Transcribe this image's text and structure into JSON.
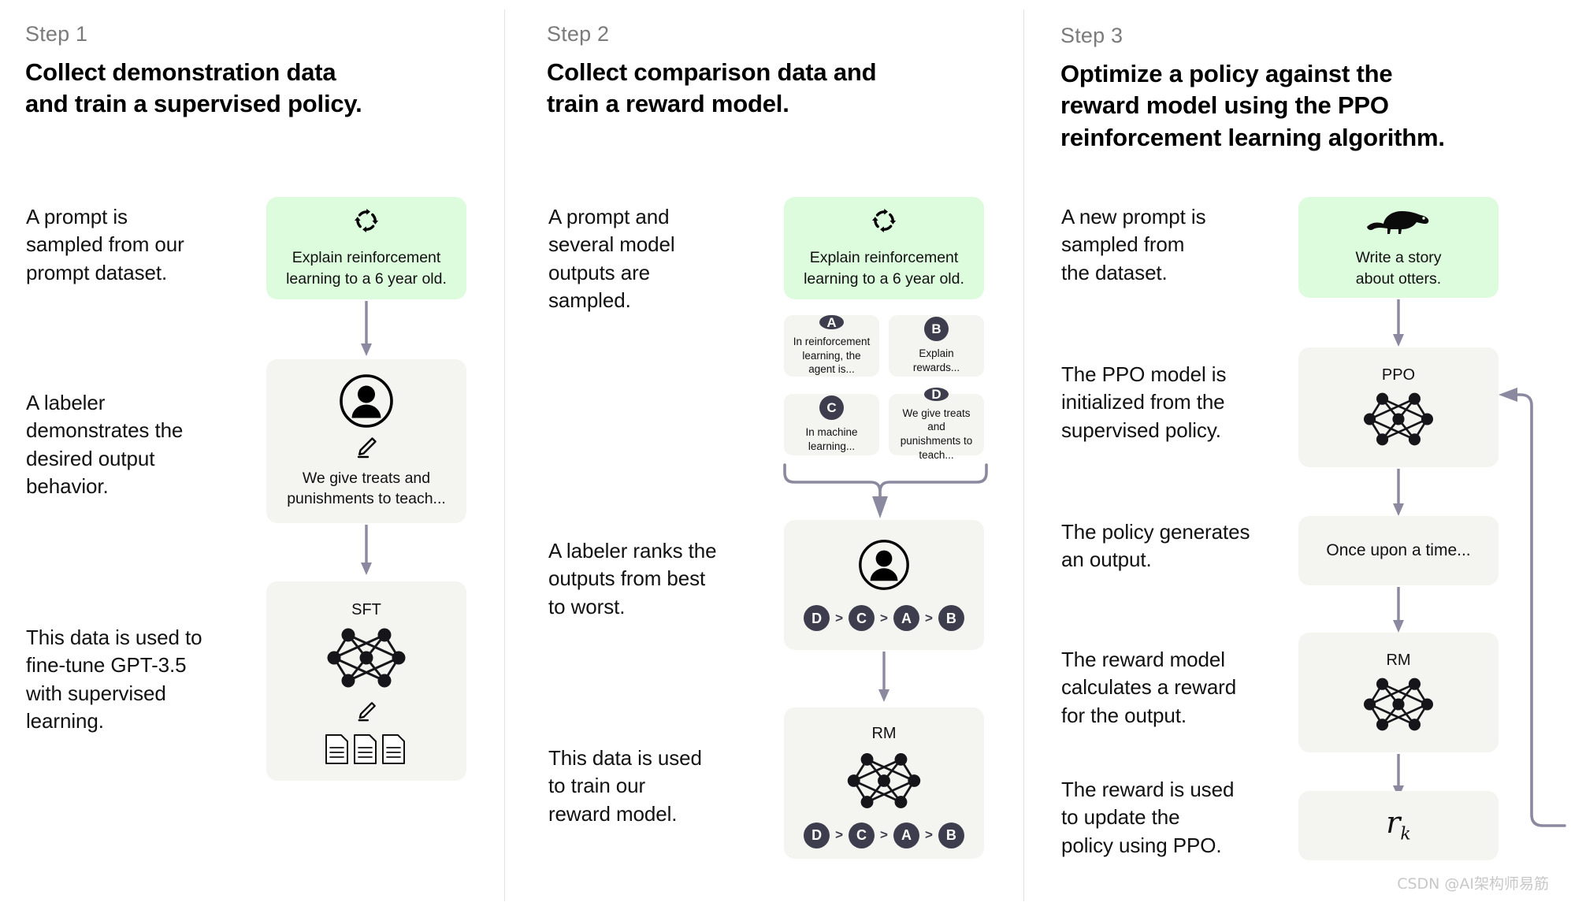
{
  "diagram": {
    "title": "InstructGPT / RLHF three-step training diagram",
    "colors": {
      "prompt_box_green": "#ddfbdd",
      "model_box_gray": "#f4f4f0",
      "arrow_purple": "#8b89a0",
      "badge_dark": "#3d3d4e",
      "divider": "#e3e3e3",
      "step_label_gray": "#7b7b7b"
    }
  },
  "step1": {
    "label": "Step 1",
    "title": "Collect demonstration data\nand train a supervised policy.",
    "text1": "A prompt is\nsampled from our\nprompt dataset.",
    "text2": "A labeler\ndemonstrates the\ndesired output\nbehavior.",
    "text3": "This data is used to\nfine-tune GPT-3.5\nwith supervised\nlearning.",
    "prompt_box": {
      "icon": "cycle-arrows-icon",
      "caption": "Explain reinforcement\nlearning to a 6 year old."
    },
    "labeler_box": {
      "icon": "person-in-circle-icon",
      "sub_icon": "pencil-icon",
      "caption": "We give treats and\npunishments to teach..."
    },
    "sft_box": {
      "title": "SFT",
      "icon": "neural-network-icon",
      "sub_icon": "pencil-icon",
      "docs_icon": "documents-icon"
    }
  },
  "step2": {
    "label": "Step 2",
    "title": "Collect comparison data and\ntrain a reward model.",
    "text1": "A prompt and\nseveral model\noutputs are\nsampled.",
    "text2": "A labeler ranks the\noutputs from best\nto worst.",
    "text3": "This data is used\nto train our\nreward model.",
    "prompt_box": {
      "icon": "cycle-arrows-icon",
      "caption": "Explain reinforcement\nlearning to a 6 year old."
    },
    "options": [
      {
        "badge": "A",
        "text": "In reinforcement\nlearning, the\nagent is..."
      },
      {
        "badge": "B",
        "text": "Explain rewards..."
      },
      {
        "badge": "C",
        "text": "In machine\nlearning..."
      },
      {
        "badge": "D",
        "text": "We give treats and\npunishments to\nteach..."
      }
    ],
    "ranking_box": {
      "icon": "person-in-circle-icon",
      "ranking": [
        "D",
        "C",
        "A",
        "B"
      ],
      "separator": ">"
    },
    "rm_box": {
      "title": "RM",
      "icon": "neural-network-icon",
      "ranking": [
        "D",
        "C",
        "A",
        "B"
      ],
      "separator": ">"
    }
  },
  "step3": {
    "label": "Step 3",
    "title": "Optimize a policy against the\nreward model using the PPO\nreinforcement learning algorithm.",
    "text1": "A new prompt is\nsampled from\nthe dataset.",
    "text2": "The PPO model is\ninitialized from the\nsupervised policy.",
    "text3": "The policy generates\nan output.",
    "text4": "The reward model\ncalculates a reward\nfor the output.",
    "text5": "The reward is used\nto update the\npolicy using PPO.",
    "prompt_box": {
      "icon": "otter-icon",
      "caption": "Write a story\nabout otters."
    },
    "ppo_box": {
      "title": "PPO",
      "icon": "neural-network-icon"
    },
    "output_box": {
      "text": "Once upon a time..."
    },
    "rm_box": {
      "title": "RM",
      "icon": "neural-network-icon"
    },
    "reward_box": {
      "symbol": "r",
      "subscript": "k"
    }
  },
  "watermark": "CSDN @AI架构师易筋"
}
